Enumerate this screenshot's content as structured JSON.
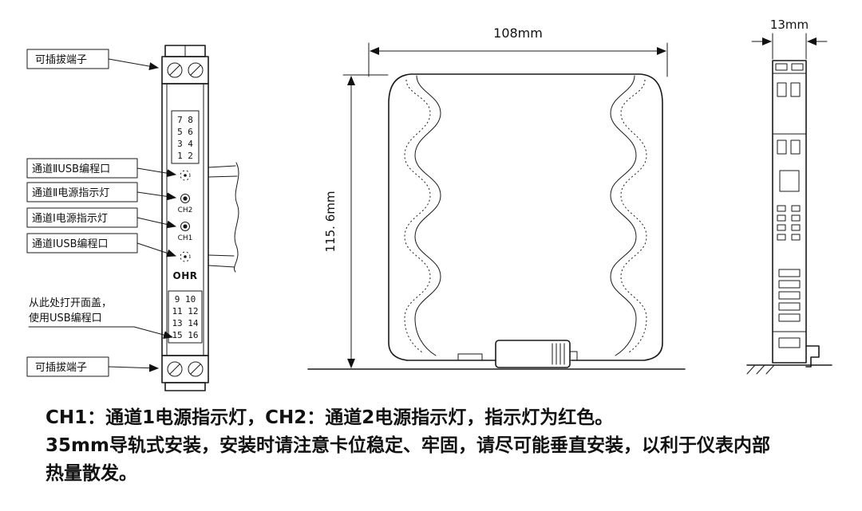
{
  "front_view": {
    "labels": {
      "terminal_top": "可插拔端子",
      "usb_ch2": "通道ⅡUSB编程口",
      "led_ch2": "通道Ⅱ电源指示灯",
      "led_ch1": "通道Ⅰ电源指示灯",
      "usb_ch1": "通道ⅠUSB编程口",
      "open_cover_1": "从此处打开面盖，",
      "open_cover_2": "使用USB编程口",
      "terminal_bottom": "可插拔端子"
    },
    "module": {
      "terminal_rows_top": [
        "7 8",
        "5 6",
        "3 4",
        "1 2"
      ],
      "ch2": "CH2",
      "ch1": "CH1",
      "brand": "OHR",
      "terminal_rows_bottom": [
        "9 10",
        "11 12",
        "13 14",
        "15 16"
      ]
    }
  },
  "dimensions": {
    "width": "108mm",
    "height": "115. 6mm",
    "depth": "13mm"
  },
  "notes": [
    "CH1：通道1电源指示灯，CH2：通道2电源指示灯，指示灯为红色。",
    "35mm导轨式安装，安装时请注意卡位稳定、牢固，请尽可能垂直安装，以利于仪表内部",
    "热量散发。"
  ]
}
